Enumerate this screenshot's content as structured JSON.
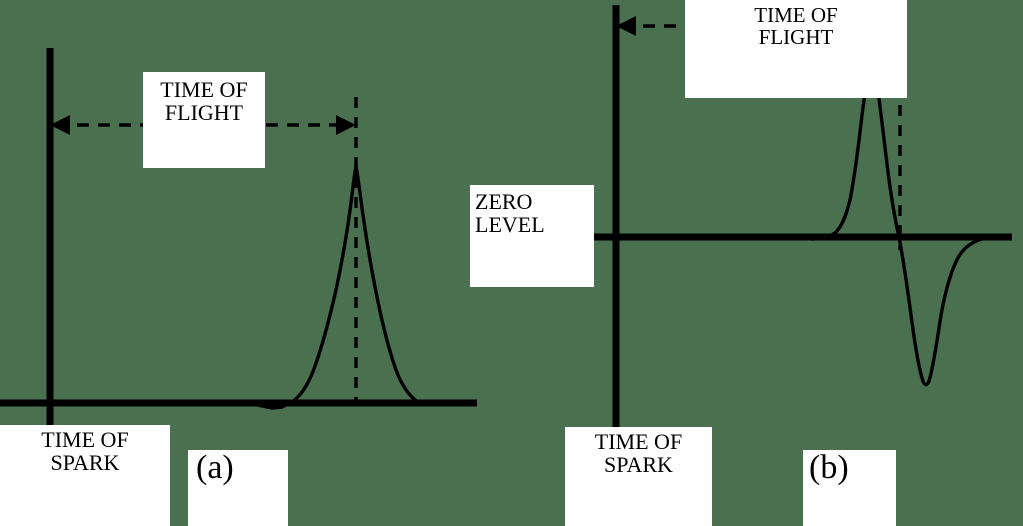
{
  "figure": {
    "background_color": "#4a7050",
    "stroke_color": "#000000",
    "label_background": "#ffffff"
  },
  "panels": [
    {
      "id": "a",
      "caption": "(a)",
      "time_of_flight_label": "TIME OF\nFLIGHT",
      "time_of_spark_label": "TIME OF\nSPARK",
      "waveform": "unipolar-gaussian-pulse"
    },
    {
      "id": "b",
      "caption": "(b)",
      "time_of_flight_label": "TIME OF\nFLIGHT",
      "time_of_spark_label": "TIME OF\nSPARK",
      "zero_level_label": "ZERO\nLEVEL",
      "waveform": "bipolar-derivative-pulse"
    }
  ],
  "chart_data": {
    "type": "line",
    "title": "",
    "xlabel": "",
    "ylabel": "",
    "grid": false,
    "legend": "none",
    "charts": [
      {
        "id": "a",
        "caption": "(a)",
        "description": "Unipolar Gaussian detector pulse on a flat baseline; time of flight measured from time of spark (vertical axis) to the pulse peak.",
        "axis_origin_x": 50,
        "baseline_y": 403,
        "baseline_x_range": [
          0,
          477
        ],
        "vertical_axis_y_range": [
          48,
          437
        ],
        "peak_marker_x": 356,
        "annotations": [
          {
            "text": "TIME OF FLIGHT",
            "from_x": 50,
            "to_x": 356,
            "at_y": 125,
            "style": "double-headed-dashed-arrow"
          },
          {
            "text": "TIME OF SPARK",
            "points_to_x": 50,
            "at_y": 403,
            "style": "leader"
          }
        ],
        "x": [
          0,
          230,
          250,
          262,
          272,
          282,
          290,
          296,
          302,
          310,
          318,
          326,
          334,
          342,
          348,
          356,
          364,
          372,
          380,
          388,
          396,
          404,
          412,
          420,
          477
        ],
        "y": [
          0,
          0,
          0,
          -0.012,
          -0.022,
          -0.018,
          0.0,
          0.035,
          0.09,
          0.2,
          0.34,
          0.5,
          0.66,
          0.83,
          0.93,
          1.0,
          0.95,
          0.84,
          0.68,
          0.5,
          0.33,
          0.18,
          0.07,
          0.0,
          0.0
        ],
        "ylim": [
          -0.08,
          1.05
        ],
        "xlim": [
          0,
          477
        ]
      },
      {
        "id": "b",
        "caption": "(b)",
        "description": "Bipolar (differentiated) detector pulse crossing the zero level; time of flight measured from time of spark (vertical axis) to the zero crossing.",
        "axis_origin_x": 616,
        "zero_level_y": 237,
        "zero_line_x_range": [
          594,
          1012
        ],
        "vertical_axis_y_range": [
          5,
          432
        ],
        "zero_crossing_marker_x": 900,
        "annotations": [
          {
            "text": "TIME OF FLIGHT",
            "from_x": 616,
            "to_x": 900,
            "at_y": 26,
            "style": "double-headed-dashed-arrow"
          },
          {
            "text": "TIME OF SPARK",
            "points_to_x": 616,
            "at_y": 237,
            "style": "leader"
          },
          {
            "text": "ZERO LEVEL",
            "points_to_x": 616,
            "at_y": 237,
            "style": "leader"
          }
        ],
        "x": [
          616,
          810,
          828,
          838,
          846,
          854,
          862,
          868,
          872,
          878,
          884,
          890,
          896,
          900,
          906,
          912,
          918,
          924,
          930,
          938,
          948,
          960,
          975,
          990,
          1012
        ],
        "y": [
          0,
          0,
          0.01,
          0.05,
          0.15,
          0.37,
          0.72,
          0.94,
          1.0,
          0.92,
          0.72,
          0.46,
          0.15,
          0.0,
          -0.23,
          -0.45,
          -0.62,
          -0.7,
          -0.66,
          -0.52,
          -0.33,
          -0.17,
          -0.06,
          -0.01,
          0.0
        ],
        "ylim": [
          -0.75,
          1.05
        ],
        "xlim": [
          594,
          1012
        ]
      }
    ]
  }
}
